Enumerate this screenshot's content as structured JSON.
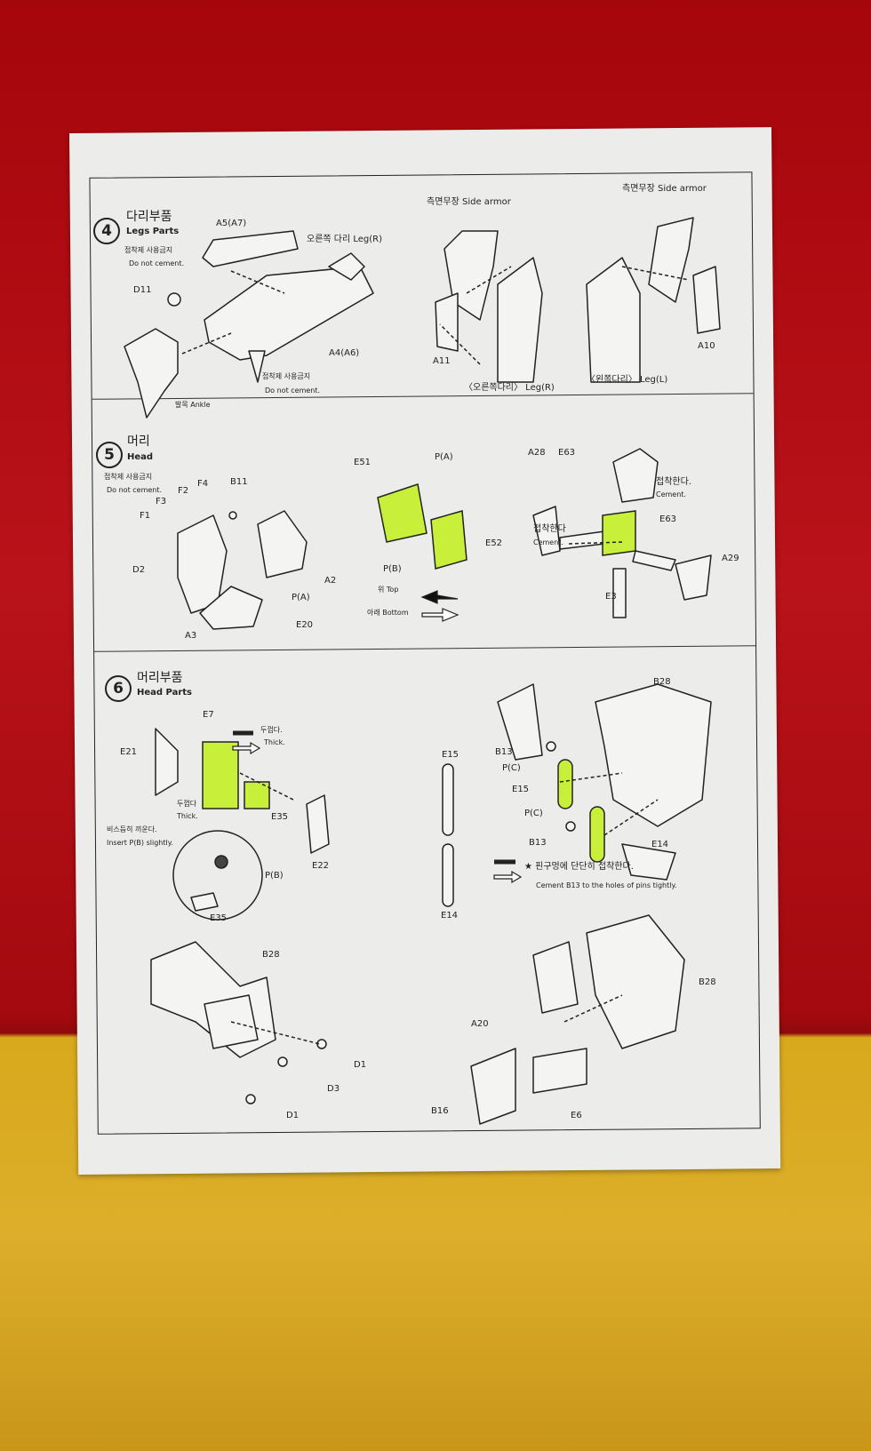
{
  "colors": {
    "highlight": "#c8f03a",
    "ink": "#222222",
    "paper": "#ecedea",
    "background_top": "#b0101a",
    "background_bottom": "#d8a91c"
  },
  "steps": [
    {
      "number": "4",
      "title_kr": "다리부품",
      "title_en": "Legs Parts"
    },
    {
      "number": "5",
      "title_kr": "머리",
      "title_en": "Head"
    },
    {
      "number": "6",
      "title_kr": "머리부품",
      "title_en": "Head Parts"
    }
  ],
  "labels": [
    "A5(A7)",
    "오른쪽 다리  Leg(R)",
    "접착제 사용금지",
    "Do not cement.",
    "D11",
    "A4(A6)",
    "접착제 사용금지",
    "Do not cement.",
    "발목  Ankle",
    "측면무장  Side armor",
    "측면무장  Side armor",
    "A11",
    "〈오른쪽다리〉 Leg(R)",
    "〈왼쪽다리〉 Leg(L)",
    "A10",
    "접착제 사용금지",
    "Do not cement.",
    "F2",
    "F4",
    "B11",
    "F3",
    "F1",
    "D2",
    "P(A)",
    "A2",
    "A3",
    "E20",
    "E51",
    "P(A)",
    "E52",
    "P(B)",
    "위 Top",
    "아래 Bottom",
    "A28",
    "E63",
    "접착한다.",
    "Cement.",
    "E63",
    "접착한다",
    "Cement.",
    "A29",
    "E3",
    "E7",
    "두껍다.",
    "Thick.",
    "E21",
    "두껍다",
    "Thick.",
    "비스듬히 끼운다.",
    "Insert P(B)  slightly.",
    "E35",
    "P(B)",
    "E22",
    "E35",
    "E15",
    "E14",
    "B28",
    "B13",
    "P(C)",
    "E15",
    "P(C)",
    "B13",
    "E14",
    "★ 핀구멍에 단단히 접착한다.",
    "Cement B13 to the holes of pins tightly.",
    "B28",
    "D1",
    "D3",
    "D1",
    "B28",
    "A20",
    "B16",
    "E6"
  ]
}
